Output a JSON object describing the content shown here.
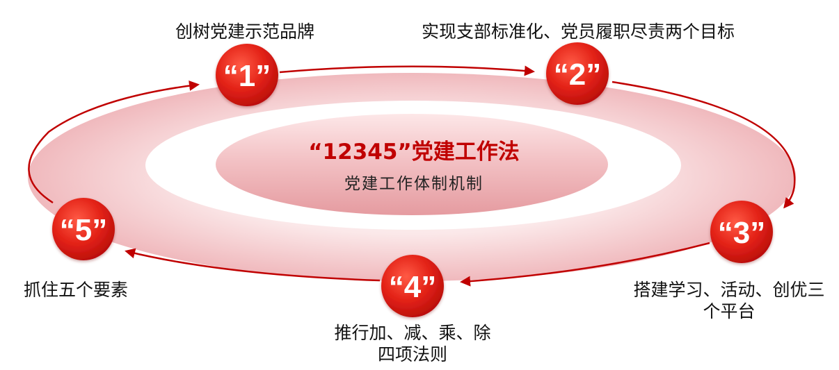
{
  "colors": {
    "primary_red": "#c00000",
    "badge_red": "#e32217",
    "ring_pink": "#f4c9cc",
    "center_fill": "#ecb2b6",
    "text": "#111111"
  },
  "center": {
    "title": "“12345”党建工作法",
    "subtitle": "党建工作体制机制"
  },
  "nodes": [
    {
      "badge": "“1”",
      "lines": [
        "创树党建示范品牌"
      ]
    },
    {
      "badge": "“2”",
      "lines": [
        "实现支部标准化、党员履职尽责两个目标"
      ]
    },
    {
      "badge": "“3”",
      "lines": [
        "搭建学习、活动、创优三",
        "个平台"
      ]
    },
    {
      "badge": "“4”",
      "lines": [
        "推行加、减、乘、除",
        "四项法则"
      ]
    },
    {
      "badge": "“5”",
      "lines": [
        "抓住五个要素"
      ]
    }
  ]
}
